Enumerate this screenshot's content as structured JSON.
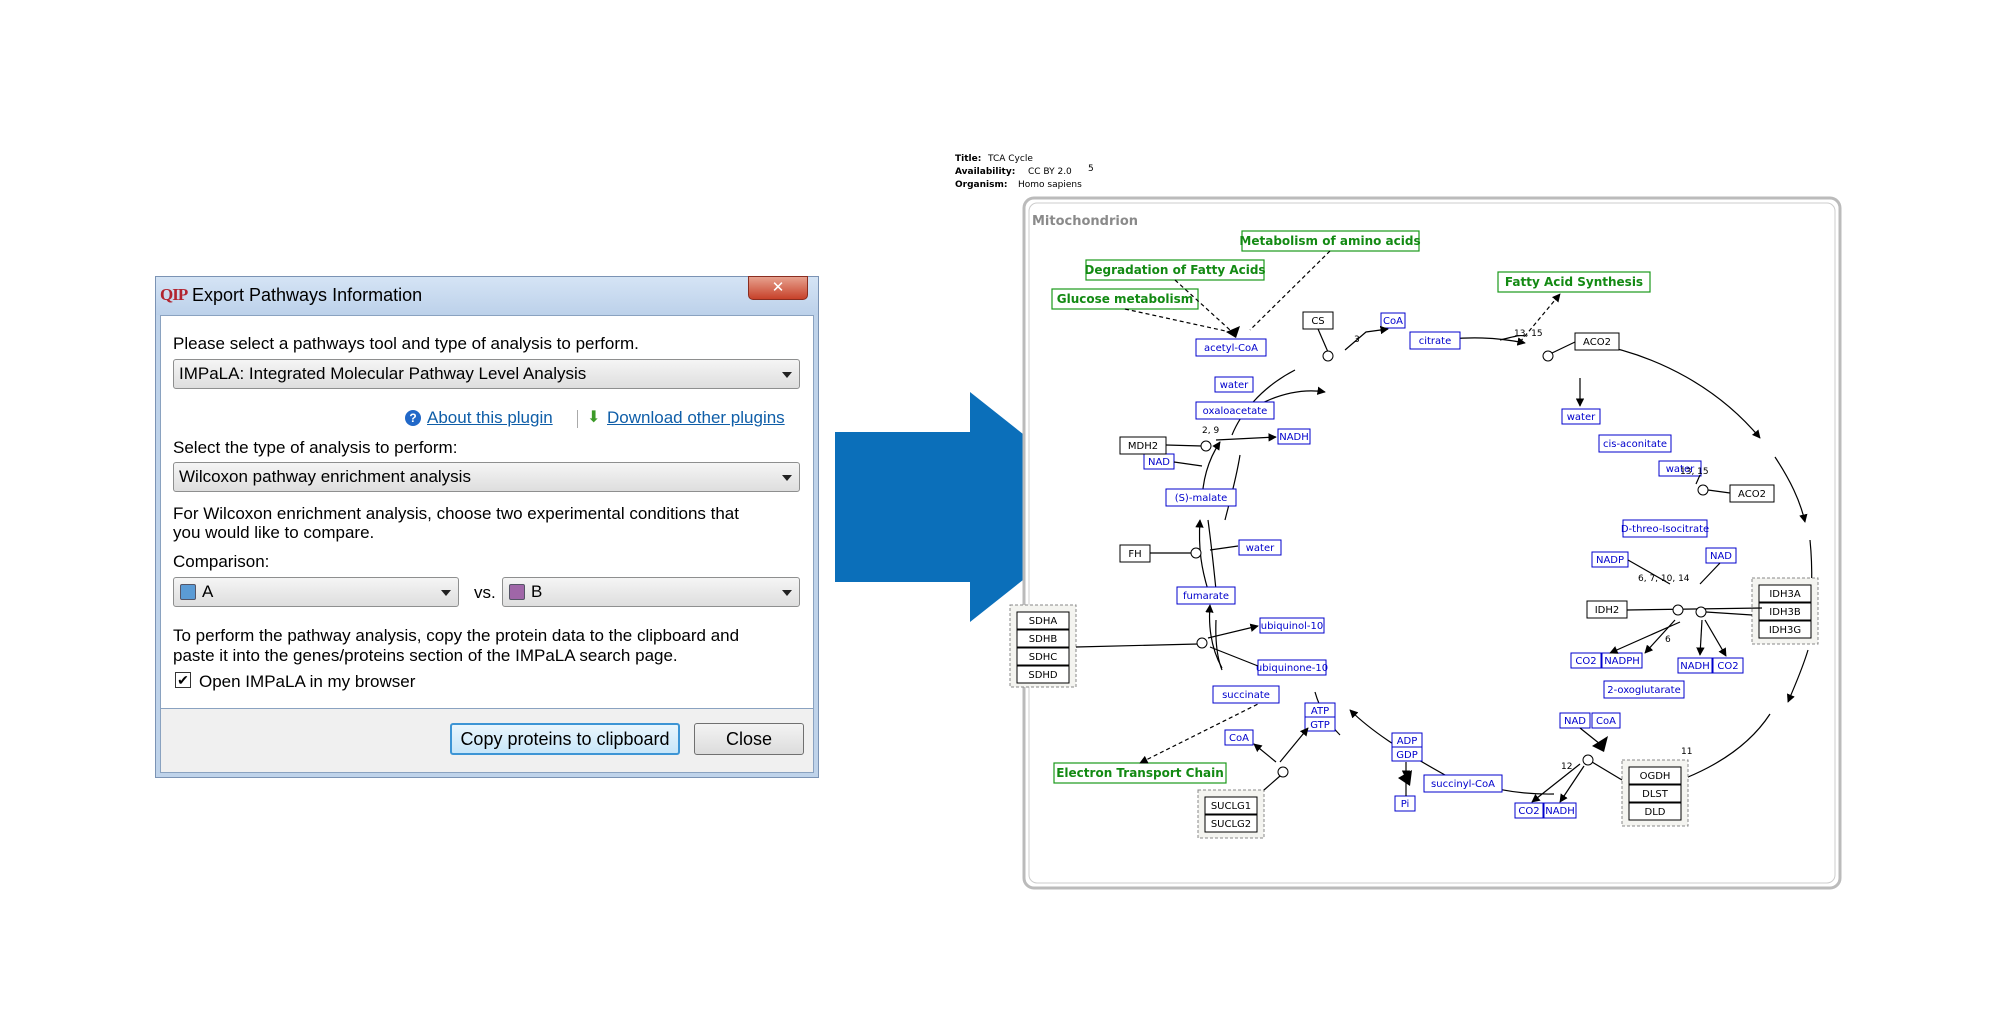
{
  "dialog": {
    "app_icon_text": "QIP",
    "title": "Export Pathways Information",
    "close_glyph": "✕",
    "intro": "Please select a pathways tool and type of analysis to perform.",
    "tool_select": {
      "value": "IMPaLA: Integrated Molecular Pathway Level Analysis"
    },
    "about_link": "About this plugin",
    "download_link": "Download other plugins",
    "analysis_type_label": "Select the type of analysis to perform:",
    "analysis_select": {
      "value": "Wilcoxon pathway enrichment analysis"
    },
    "wilcoxon_note_line1": "For Wilcoxon enrichment analysis, choose two experimental conditions that",
    "wilcoxon_note_line2": "you would like to compare.",
    "comparison_label": "Comparison:",
    "condition_a": {
      "value": "A",
      "color": "#5b9bd5"
    },
    "vs_label": "vs.",
    "condition_b": {
      "value": "B",
      "color": "#a066a8"
    },
    "instructions_line1": "To perform the pathway analysis, copy the protein data to the clipboard and",
    "instructions_line2": "paste it into the genes/proteins section of the IMPaLA search page.",
    "open_browser": {
      "checked": true,
      "label": "Open IMPaLA in my browser"
    },
    "copy_button": "Copy proteins to clipboard",
    "close_button": "Close"
  },
  "arrow": {
    "color": "#0b6fba"
  },
  "pathway": {
    "header": {
      "title_label": "Title:",
      "title_value": "TCA Cycle",
      "availability_label": "Availability:",
      "availability_value": "CC BY 2.0",
      "availability_note": "5",
      "organism_label": "Organism:",
      "organism_value": "Homo sapiens"
    },
    "compartment": "Mitochondrion",
    "pathways": {
      "metabolism_amino_acids": "Metabolism of amino acids",
      "degradation_fatty_acids": "Degradation of Fatty Acids",
      "glucose_metabolism": "Glucose metabolism",
      "fatty_acid_synthesis": "Fatty Acid Synthesis",
      "electron_transport_chain": "Electron Transport Chain"
    },
    "metabolites": {
      "acetyl_coa": "acetyl-CoA",
      "coa_top": "CoA",
      "citrate": "citrate",
      "water_1": "water",
      "oxaloacetate": "oxaloacetate",
      "nadh_1": "NADH",
      "nad_1": "NAD",
      "s_malate": "(S)-malate",
      "water_2": "water",
      "fumarate": "fumarate",
      "ubiquinol": "ubiquinol-10",
      "ubiquinone": "ubiquinone-10",
      "succinate": "succinate",
      "atp": "ATP",
      "gtp": "GTP",
      "coa_2": "CoA",
      "adp": "ADP",
      "gdp": "GDP",
      "pi": "Pi",
      "succinyl_coa": "succinyl-CoA",
      "co2_1": "CO2",
      "nadh_2": "NADH",
      "nad_2": "NAD",
      "coa_3": "CoA",
      "two_oxoglutarate": "2-oxoglutarate",
      "co2_2": "CO2",
      "nadph": "NADPH",
      "nadh_3": "NADH",
      "co2_3": "CO2",
      "nadp": "NADP",
      "nad_3": "NAD",
      "isocitrate": "D-threo-Isocitrate",
      "water_3": "water",
      "cis_aconitate": "cis-aconitate",
      "water_4": "water"
    },
    "genes": {
      "cs": "CS",
      "aco2_1": "ACO2",
      "mdh2": "MDH2",
      "fh": "FH",
      "sdha": "SDHA",
      "sdhb": "SDHB",
      "sdhc": "SDHC",
      "sdhd": "SDHD",
      "suclg1": "SUCLG1",
      "suclg2": "SUCLG2",
      "ogdh": "OGDH",
      "dlst": "DLST",
      "dld": "DLD",
      "idh2": "IDH2",
      "idh3a": "IDH3A",
      "idh3b": "IDH3B",
      "idh3g": "IDH3G",
      "aco2_2": "ACO2"
    },
    "annotations": {
      "n3": "3",
      "n13_15": "13, 15",
      "n2_9": "2, 9",
      "n13_15b": "13, 15",
      "n6_7_10_14": "6, 7, 10, 14",
      "n6": "6",
      "n12": "12",
      "n11": "11"
    }
  }
}
